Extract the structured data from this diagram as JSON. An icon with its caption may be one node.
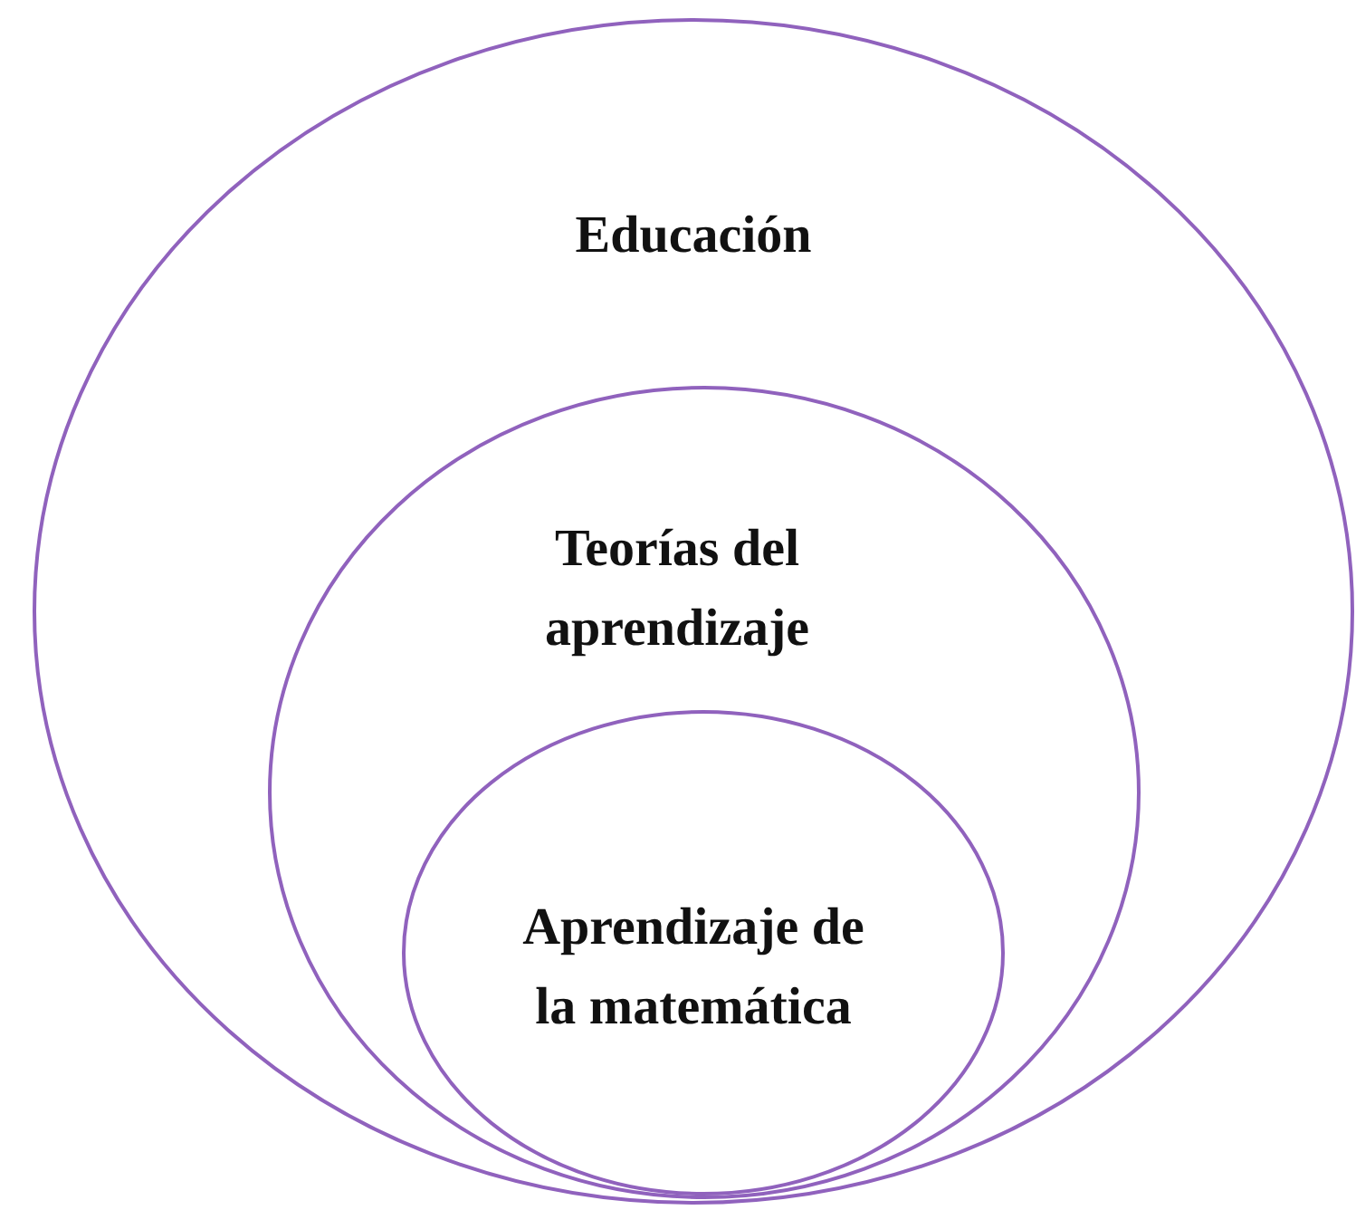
{
  "diagram": {
    "nodes": [
      {
        "text": [
          "Educación"
        ]
      },
      {
        "text": [
          "Teorías del aprendizaje"
        ],
        "in": 0
      },
      {
        "text": [
          "Aprendizaje de la matemática"
        ],
        "in": 1
      }
    ]
  }
}
